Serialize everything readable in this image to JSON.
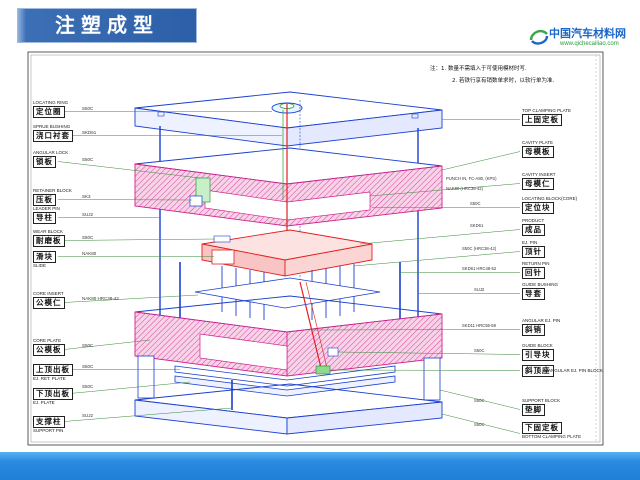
{
  "header": {
    "title": "注塑成型"
  },
  "logo": {
    "name": "中国汽车材料网",
    "url": "www.qichecailiao.com"
  },
  "notes": [
    "注：1. 数量不需填入于可使用模材时写.",
    "2. 若铁行享有销数单求时，以软行单为准."
  ],
  "left_labels": [
    {
      "en": "LOCATING RING",
      "zh": "定位圈",
      "spec": "S50C"
    },
    {
      "en": "SPRUE BUSHING",
      "zh": "浇口衬套",
      "spec": "SKD61"
    },
    {
      "en": "ANGULAR LOCK",
      "zh": "锁板",
      "spec": "S50C"
    },
    {
      "en": "RETAINER BLOCK",
      "zh": "压板",
      "spec": "SK3"
    },
    {
      "en": "LEADER PIN",
      "zh": "导柱",
      "spec": "SUJ2"
    },
    {
      "en": "WEAR BLOCK",
      "zh": "耐磨板",
      "spec": "S50C"
    },
    {
      "en": "SLIDE",
      "zh": "滑块",
      "spec": "NAK80"
    },
    {
      "en": "CORE INSERT",
      "zh": "公模仁",
      "spec": "NAK80 HRC38-42"
    },
    {
      "en": "CORE PLATE",
      "zh": "公模板",
      "spec": "S50C"
    },
    {
      "en": "EJ. RET. PLATE",
      "zh": "上顶出板",
      "spec": "S50C"
    },
    {
      "en": "EJ. PLATE",
      "zh": "下顶出板",
      "spec": "S50C"
    },
    {
      "en": "SUPPORT PIN",
      "zh": "支撑柱",
      "spec": "SUJ2"
    }
  ],
  "right_labels": [
    {
      "en": "TOP CLAMPING PLATE",
      "zh": "上固定板"
    },
    {
      "en": "CAVITY PLATE",
      "zh": "母模板"
    },
    {
      "en": "CAVITY INSERT",
      "zh": "母模仁"
    },
    {
      "en": "LOCATING BLOCK(CORE)",
      "zh": "定位块"
    },
    {
      "en": "PRODUCT",
      "zh": "成品"
    },
    {
      "en": "EJ. PIN",
      "zh": "顶针"
    },
    {
      "en": "RETURN PIN",
      "zh": "回针"
    },
    {
      "en": "GUIDE BUSHING",
      "zh": "导套"
    },
    {
      "en": "ANGULAR EJ. PIN",
      "zh": "斜销"
    },
    {
      "en": "GUIDE BLOCK",
      "zh": "引导块"
    },
    {
      "en": "ANGULAR EJ. PIN BLOCK",
      "zh": "斜顶座"
    },
    {
      "en": "SUPPORT BLOCK",
      "zh": "垫脚"
    },
    {
      "en": "BOTTOM CLAMPING PLATE",
      "zh": "下固定板"
    }
  ],
  "annotations": [
    "PUNCH IN, FC-A80, (KPS)",
    "NAK80 (HRC38-42)",
    "S50C",
    "SKD61",
    "S50C (HRC38-42)",
    "SKD61 HRC48-52",
    "SUJ2",
    "SKD11 HRC55-58",
    "S50C",
    "S50C",
    "S50C"
  ],
  "colors": {
    "title_bg": "#2d5fa8",
    "bottom_bar": "#2a8ae0",
    "line_blue": "#1a3fd0",
    "section_pink": "#d0208a",
    "part_red": "#e02020",
    "leader_green": "#3a8a3a"
  }
}
